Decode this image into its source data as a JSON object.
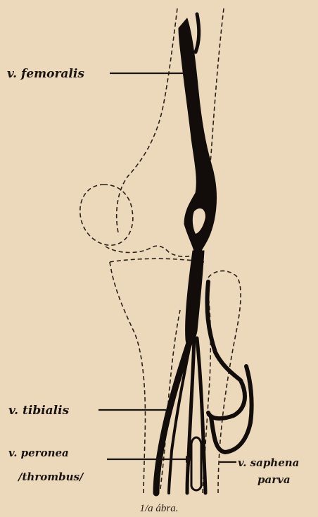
{
  "labels": {
    "femoralis": "v. femoralis",
    "tibialis": "v. tibialis",
    "peronea_1": "v. peronea",
    "peronea_2": "/thrombus/",
    "saphena_1": "v. saphena",
    "saphena_2": "parva"
  },
  "caption": "1/a ábra.",
  "colors": {
    "background": "#ecd8bb",
    "ink": "#120d0a"
  }
}
